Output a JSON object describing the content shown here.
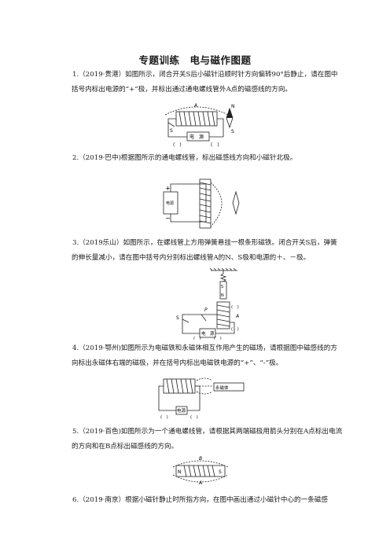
{
  "title": "专题训练　电与磁作图题",
  "questions": [
    {
      "text": "1.（2019·贵港）如图所示，闭合开关S后小磁针沿顺时针方向偏转90°后静止，请在图中括号内标出电源的“+”极，并标出通过通电螺线管外A点的磁感线的方向。",
      "fig": {
        "point": "A",
        "compass_n": "N",
        "compass_s": "S",
        "switch": "S",
        "supply": "电　源",
        "paren_left": "(　)",
        "paren_right": "(　)"
      }
    },
    {
      "text": "2.（2019·巴中)根据图所示的通电螺线管，标出磁感线方向和小磁针北极。",
      "fig": {
        "plus": "+",
        "minus": "−",
        "supply": "电源"
      }
    },
    {
      "text": "3.（2019乐山）如图所示，在螺线管上方用弹簧悬挂一根条形磁铁。闭合开关S后，弹簧的伸长量减小，请在图中括号内分别标出螺线管A的N、S极和电源的＋、－极。",
      "fig": {
        "magnet_s": "S",
        "magnet_n": "N",
        "switch": "S",
        "point_p": "P",
        "point_a": "A",
        "supply": "电　源",
        "paren1": "(　)",
        "paren2": "(　)",
        "paren3": "(　)",
        "paren4": "(　)"
      }
    },
    {
      "text": "4.（2019·鄂州)如图所示为电磁铁和永磁体相互作用产生的磁场，请根据图中磁感线的方向标出永磁体右端的磁极，并在括号内标出电磁铁电源的“+”、“-”极。",
      "fig": {
        "magnet": "永磁体",
        "supply": "电源",
        "paren_left": "(　)",
        "paren_right": "(　)"
      }
    },
    {
      "text": "5.（2019·百色)如图所示为一个通电螺线管，请根据其两端磁极用箭头分别在A点标出电流的方向和在B点标出磁感线的方向。",
      "fig": {
        "point_a": "A",
        "point_b": "B",
        "pole_n": "N",
        "pole_s": "S"
      }
    },
    {
      "text": "6.（2019·南京）根据小磁针静止时所指方向，在图中画出通过小磁针中心的一条磁感",
      "fig": {}
    }
  ]
}
